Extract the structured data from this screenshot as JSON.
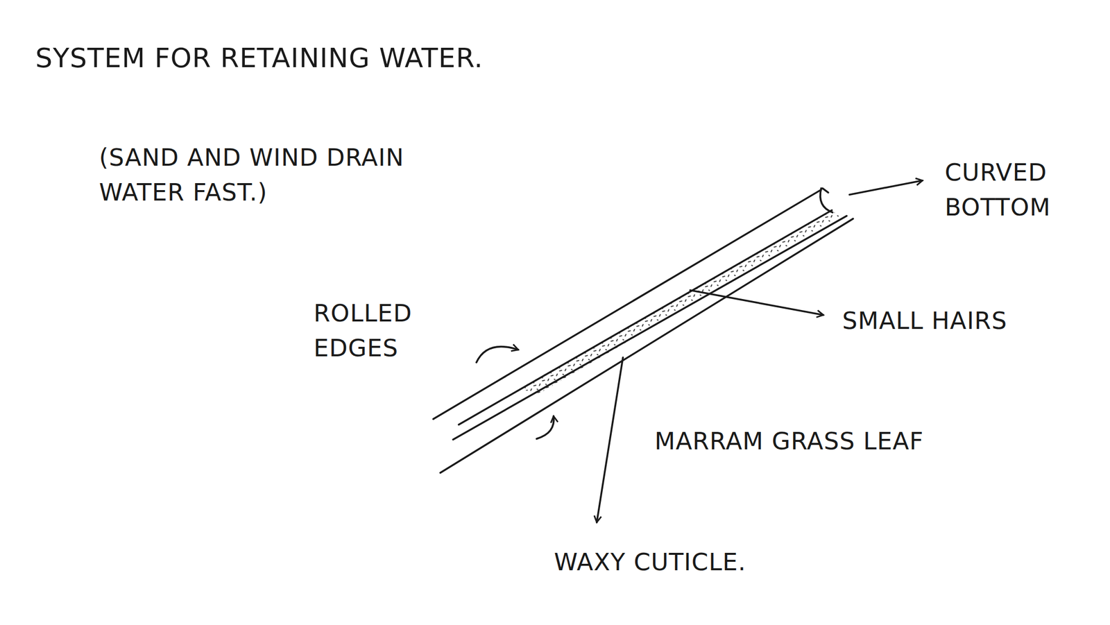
{
  "diagram": {
    "title": "SYSTEM FOR RETAINING WATER.",
    "labels": [
      "(SAND AND WIND DRAIN WATER FAST.)",
      "CURVED BOTTOM",
      "SMALL HAIRS",
      "ROLLED EDGES",
      "MARRAM GRASS LEAF",
      "WAXY CUTICLE."
    ]
  }
}
